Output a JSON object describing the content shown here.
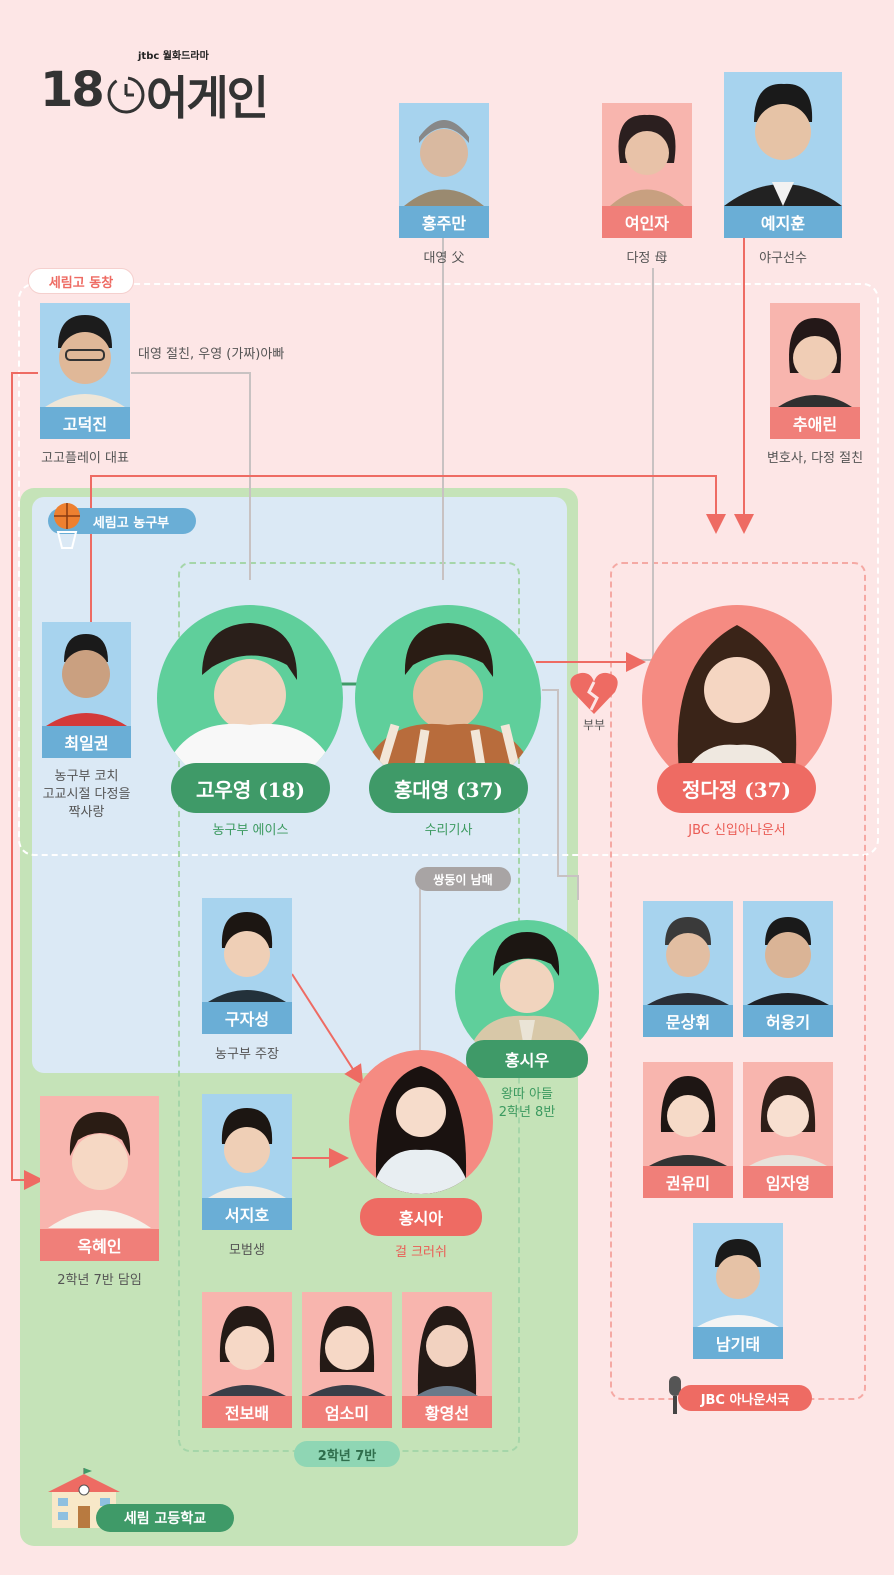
{
  "header": {
    "channel": "jtbc 월화드라마",
    "title_num": "18",
    "title_text": "어게인"
  },
  "groups": {
    "classmates": "세림고 동창",
    "basketball": "세림고 농구부",
    "school": "세림 고등학교",
    "class7": "2학년 7반",
    "jbc": "JBC 아나운서국",
    "twins": "쌍둥이 남매",
    "couple": "부부"
  },
  "people": {
    "hong_juman": {
      "name": "홍주만",
      "desc": "대영 父"
    },
    "yeo_inja": {
      "name": "여인자",
      "desc": "다정 母"
    },
    "ye_jihun": {
      "name": "예지훈",
      "desc": "야구선수"
    },
    "go_deokjin": {
      "name": "고덕진",
      "desc": "고고플레이 대표",
      "relation": "대영 절친, 우영 (가짜)아빠"
    },
    "chu_aerin": {
      "name": "추애린",
      "desc": "변호사, 다정 절친"
    },
    "choi_ilgwon": {
      "name": "최일권",
      "desc1": "농구부 코치",
      "desc2": "고교시절 다정을",
      "desc3": "짝사랑"
    },
    "go_uyeong": {
      "name": "고우영 (18)",
      "desc": "농구부 에이스"
    },
    "hong_daeyeong": {
      "name": "홍대영 (37)",
      "desc": "수리기사"
    },
    "jeong_dajeong": {
      "name": "정다정 (37)",
      "desc": "JBC 신입아나운서"
    },
    "gu_jaseong": {
      "name": "구자성",
      "desc": "농구부 주장"
    },
    "hong_siu": {
      "name": "홍시우",
      "desc1": "왕따 아들",
      "desc2": "2학년 8반"
    },
    "seo_jiho": {
      "name": "서지호",
      "desc": "모범생"
    },
    "hong_sia": {
      "name": "홍시아",
      "desc": "걸 크러쉬"
    },
    "ok_hyein": {
      "name": "옥혜인",
      "desc": "2학년 7반 담임"
    },
    "jeon_bobae": {
      "name": "전보배"
    },
    "eom_somi": {
      "name": "엄소미"
    },
    "hwang_yeongseon": {
      "name": "황영선"
    },
    "mun_sanghwi": {
      "name": "문상휘"
    },
    "heo_ungi": {
      "name": "허웅기"
    },
    "gwon_yumi": {
      "name": "권유미"
    },
    "im_jayeong": {
      "name": "임자영"
    },
    "nam_gitae": {
      "name": "남기태"
    }
  },
  "colors": {
    "background": "#fde6e6",
    "school_green": "#c5e3b8",
    "basketball_blue": "#dbe9f5",
    "green_pill": "#3f9a68",
    "coral_pill": "#ee6b63",
    "arrow": "#ee6b63",
    "connector": "#c8c2c2",
    "name_blue": "#6aaed6",
    "name_pink": "#f07f79"
  }
}
